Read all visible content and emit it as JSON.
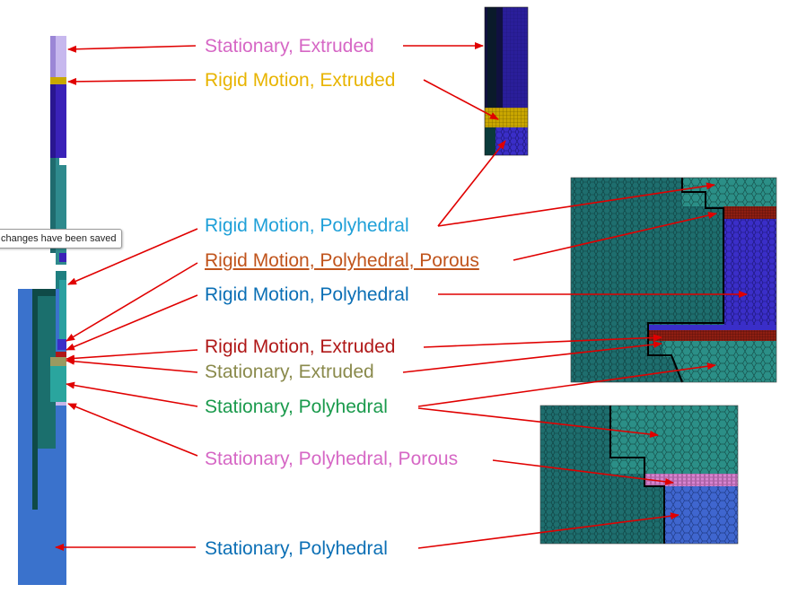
{
  "tooltip": {
    "text": "changes have been saved"
  },
  "labels": [
    {
      "text": "Stationary, Extruded",
      "color": "#d667c5"
    },
    {
      "text": "Rigid Motion, Extruded",
      "color": "#e8b400"
    },
    {
      "text": "Rigid Motion, Polyhedral",
      "color": "#1fa0d8"
    },
    {
      "text": "Rigid Motion, Polyhedral, Porous",
      "color": "#c0541c"
    },
    {
      "text": "Rigid Motion, Polyhedral",
      "color": "#0b6fb5"
    },
    {
      "text": "Rigid Motion, Extruded",
      "color": "#b01818"
    },
    {
      "text": "Stationary, Extruded",
      "color": "#8a8a4c"
    },
    {
      "text": "Stationary, Polyhedral",
      "color": "#1a9a4c"
    },
    {
      "text": "Stationary, Polyhedral, Porous",
      "color": "#d667c5"
    },
    {
      "text": "Stationary, Polyhedral",
      "color": "#0b6fb5"
    }
  ],
  "arrow_color": "#e00000"
}
